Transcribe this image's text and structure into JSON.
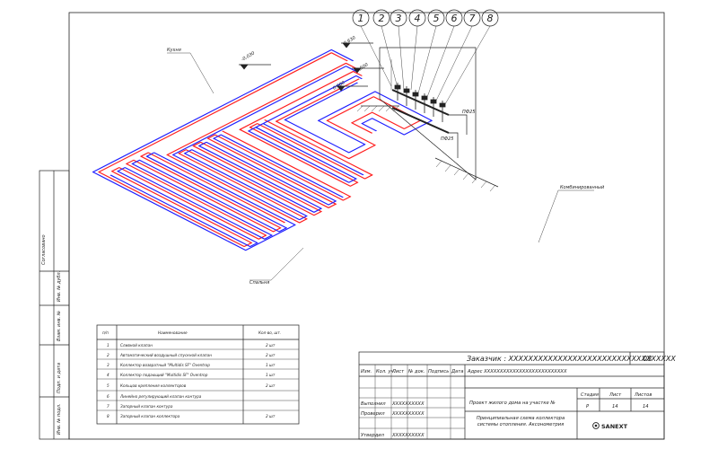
{
  "labels": {
    "kitchen": "Кухня",
    "level_top": "-0,030",
    "collector_marks": [
      "0,630",
      "0,500",
      "0,000"
    ],
    "bedroom": "Спальня",
    "combined": "Комбинированный",
    "pipe_upper": "ПФ25",
    "pipe_lower": "ПФ25"
  },
  "callouts": [
    "1",
    "2",
    "3",
    "4",
    "5",
    "6",
    "7",
    "8"
  ],
  "side_stamp": [
    "Согласовано",
    "Инв. № дубл.",
    "Взам. инв. №",
    "Подп. и дата",
    "Инв. № подл."
  ],
  "spec": {
    "headers": [
      "п/п",
      "Наименование",
      "Кол-во, шт."
    ],
    "rows": [
      [
        "1",
        "Сливной клапан",
        "2 шт"
      ],
      [
        "2",
        "Автоматический воздушный спускной клапан",
        "2 шт"
      ],
      [
        "3",
        "Коллектор возвратный \"Multidis SF\" Oventrop",
        "1 шт"
      ],
      [
        "4",
        "Коллектор подающий \"Multidis SF\" Oventrop",
        "1 шт"
      ],
      [
        "5",
        "Кольцов крепления коллекторов",
        "2 шт"
      ],
      [
        "6",
        "Линейно регулирующий клапан контура",
        ""
      ],
      [
        "7",
        "Запорный клапан контура",
        ""
      ],
      [
        "8",
        "Запорный клапан коллектора",
        "2 шт"
      ]
    ]
  },
  "title_block": {
    "customer": "Заказчик : ХХХХХХХХХХХХХХХХХХХХХХХХХХХХХХХХХХ",
    "code": "08",
    "change_headers": [
      "Изм.",
      "Кол. уч.",
      "Лист",
      "№ док.",
      "Подпись",
      "Дата"
    ],
    "address": "Адрес ХХХХХХХХХХХХХХХХХХХХХХХХХХ",
    "project": "Проект жилого дома на участке №",
    "drawing_title": "Принципиальная схема коллектора системы отопления. Аксонометрия",
    "roles": [
      {
        "role": "Выполнил",
        "name": "ХХХХХХХХХХ"
      },
      {
        "role": "Проверил",
        "name": "ХХХХХХХХХХ"
      },
      {
        "role": "Утвердил",
        "name": "ХХХХХХХХХХ"
      }
    ],
    "stage_header": "Стадия",
    "sheet_header": "Лист",
    "sheets_header": "Листов",
    "stage": "Р",
    "sheet": "14",
    "sheets": "14",
    "logo": "SANEXT"
  }
}
